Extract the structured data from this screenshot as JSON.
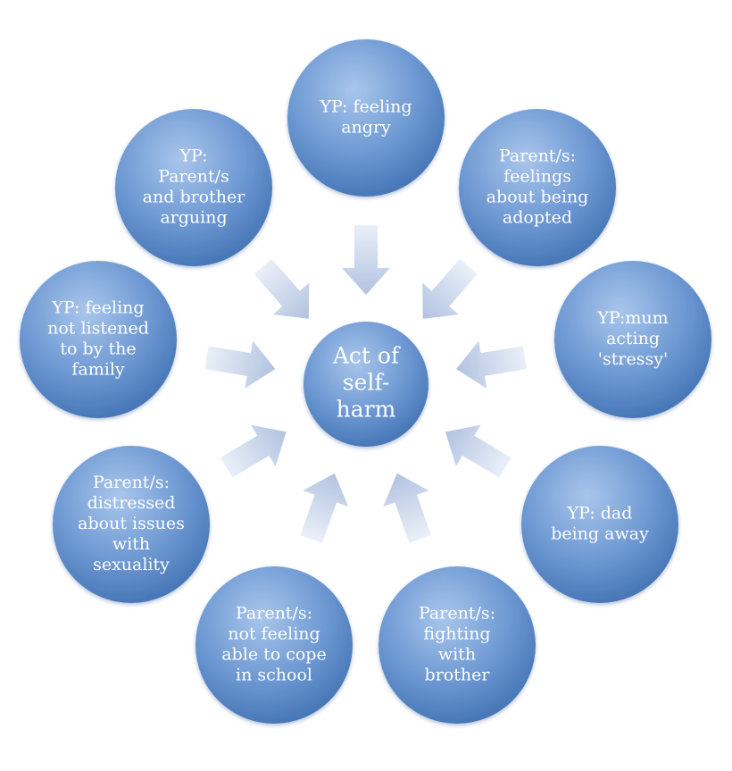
{
  "diagram": {
    "center": {
      "lines": [
        "Act of",
        "self-",
        "harm"
      ]
    },
    "nodes": [
      {
        "id": "top",
        "lines": [
          "YP: feeling",
          "angry"
        ]
      },
      {
        "id": "top-right",
        "lines": [
          "Parent/s:",
          "feelings",
          "about being",
          "adopted"
        ]
      },
      {
        "id": "right",
        "lines": [
          "YP:mum",
          "acting",
          "'stressy'"
        ]
      },
      {
        "id": "bottom-right",
        "lines": [
          "YP: dad",
          "being away"
        ]
      },
      {
        "id": "bottom-mid-right",
        "lines": [
          "Parent/s:",
          "fighting",
          "with",
          "brother"
        ]
      },
      {
        "id": "bottom-mid-left",
        "lines": [
          "Parent/s:",
          "not feeling",
          "able to cope",
          "in school"
        ]
      },
      {
        "id": "bottom-left",
        "lines": [
          "Parent/s:",
          "distressed",
          "about issues",
          "with",
          "sexuality"
        ]
      },
      {
        "id": "left",
        "lines": [
          "YP: feeling",
          "not listened",
          "to by the",
          "family"
        ]
      },
      {
        "id": "top-left",
        "lines": [
          "YP:",
          "Parent/s",
          "and brother",
          "arguing"
        ]
      }
    ],
    "colors": {
      "background": "#ffffff",
      "bubble_light": "#a9c6ec",
      "bubble_dark": "#3f6fb1",
      "arrow_light": "#dfe8f5",
      "arrow_dark": "#aebfdc",
      "text": "#ffffff"
    }
  }
}
